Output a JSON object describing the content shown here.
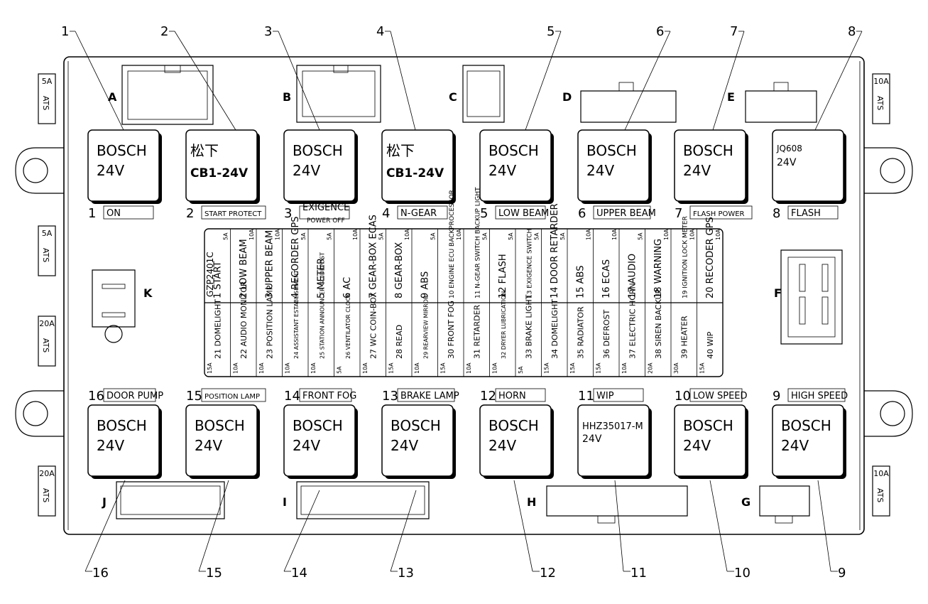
{
  "callouts": [
    "1",
    "2",
    "3",
    "4",
    "5",
    "6",
    "7",
    "8",
    "9",
    "10",
    "11",
    "12",
    "13",
    "14",
    "15",
    "16"
  ],
  "connectors": {
    "a": "A",
    "b": "B",
    "c": "C",
    "d": "D",
    "e": "E",
    "f": "F",
    "g": "G",
    "h": "H",
    "i": "I",
    "j": "J",
    "k": "K"
  },
  "side_fuses": {
    "tl": {
      "rating": "5A",
      "type": "ATS"
    },
    "ml": {
      "rating": "5A",
      "type": "ATS"
    },
    "ll": {
      "rating": "20A",
      "type": "ATS"
    },
    "bl": {
      "rating": "20A",
      "type": "ATS"
    },
    "tr": {
      "rating": "10A",
      "type": "ATS"
    },
    "br": {
      "rating": "10A",
      "type": "ATS"
    }
  },
  "relays_top": [
    {
      "num": "1",
      "l1": "BOSCH",
      "l2": "24V",
      "label": "ON"
    },
    {
      "num": "2",
      "l1": "松下",
      "l2": "CB1-24V",
      "label": "START PROTECT"
    },
    {
      "num": "3",
      "l1": "BOSCH",
      "l2": "24V",
      "label": "EXIGENCE",
      "label2": "POWER OFF"
    },
    {
      "num": "4",
      "l1": "松下",
      "l2": "CB1-24V",
      "label": "N-GEAR"
    },
    {
      "num": "5",
      "l1": "BOSCH",
      "l2": "24V",
      "label": "LOW BEAM"
    },
    {
      "num": "6",
      "l1": "BOSCH",
      "l2": "24V",
      "label": "UPPER BEAM"
    },
    {
      "num": "7",
      "l1": "BOSCH",
      "l2": "24V",
      "label": "FLASH POWER"
    },
    {
      "num": "8",
      "l1": "JQ608",
      "l2": "24V",
      "label": "FLASH"
    }
  ],
  "relays_bottom": [
    {
      "num": "16",
      "l1": "BOSCH",
      "l2": "24V",
      "label": "DOOR PUMP"
    },
    {
      "num": "15",
      "l1": "BOSCH",
      "l2": "24V",
      "label": "POSITION LAMP"
    },
    {
      "num": "14",
      "l1": "BOSCH",
      "l2": "24V",
      "label": "FRONT FOG"
    },
    {
      "num": "13",
      "l1": "BOSCH",
      "l2": "24V",
      "label": "BRAKE LAMP"
    },
    {
      "num": "12",
      "l1": "BOSCH",
      "l2": "24V",
      "label": "HORN"
    },
    {
      "num": "11",
      "l1": "HHZ35017-M",
      "l2": "24V",
      "label": "WIP"
    },
    {
      "num": "10",
      "l1": "BOSCH",
      "l2": "24V",
      "label": "LOW SPEED"
    },
    {
      "num": "9",
      "l1": "BOSCH",
      "l2": "24V",
      "label": "HIGH SPEED"
    }
  ],
  "fuse_panel": {
    "model": "GZP2401C",
    "top": [
      {
        "n": "1",
        "t": "START",
        "a": "5A"
      },
      {
        "n": "2",
        "t": "LOW BEAM",
        "a": "10A"
      },
      {
        "n": "3",
        "t": "UPPER BEAM",
        "a": "10A"
      },
      {
        "n": "4",
        "t": "RECORDER GPS",
        "a": "5A"
      },
      {
        "n": "5",
        "t": "METER",
        "a": "5A"
      },
      {
        "n": "6",
        "t": "AC",
        "a": "10A"
      },
      {
        "n": "7",
        "t": "GEAR-BOX ECAS",
        "a": "5A"
      },
      {
        "n": "8",
        "t": "GEAR-BOX",
        "a": "10A"
      },
      {
        "n": "9",
        "t": "ABS",
        "a": "5A"
      },
      {
        "n": "10",
        "t": "ENGINE ECU BACKPROCESSOR",
        "a": "10A"
      },
      {
        "n": "11",
        "t": "N-GEAR SWITCH BACKUP LIGHT",
        "a": "5A"
      },
      {
        "n": "12",
        "t": "FLASH",
        "a": "5A"
      },
      {
        "n": "13",
        "t": "EXIGENCE SWITCH",
        "a": "5A"
      },
      {
        "n": "14",
        "t": "DOOR RETARDER",
        "a": "5A"
      },
      {
        "n": "15",
        "t": "ABS",
        "a": "10A"
      },
      {
        "n": "16",
        "t": "ECAS",
        "a": "10A"
      },
      {
        "n": "17",
        "t": "AUDIO",
        "a": "5A"
      },
      {
        "n": "18",
        "t": "WARNING",
        "a": "10A"
      },
      {
        "n": "19",
        "t": "IGNITION LOCK METER",
        "a": "10A"
      },
      {
        "n": "20",
        "t": "RECODER GPS",
        "a": "10A"
      }
    ],
    "bottom": [
      {
        "n": "21",
        "t": "DOMELIGHT",
        "a": "15A"
      },
      {
        "n": "22",
        "t": "AUDIO MONITOR",
        "a": "10A"
      },
      {
        "n": "23",
        "t": "POSITION LAMP",
        "a": "10A"
      },
      {
        "n": "24",
        "t": "ASSISTANT ESTABLISHMENT",
        "a": "10A"
      },
      {
        "n": "25",
        "t": "STATION ANNOUNCER GUIDEPOST",
        "a": "10A"
      },
      {
        "n": "26",
        "t": "VENTILATOR CLOCK",
        "a": "5A"
      },
      {
        "n": "27",
        "t": "WC COIN-BOX",
        "a": "10A"
      },
      {
        "n": "28",
        "t": "READ",
        "a": "15A"
      },
      {
        "n": "29",
        "t": "REARVIEW MIRROR",
        "a": "10A"
      },
      {
        "n": "30",
        "t": "FRONT FOG",
        "a": "15A"
      },
      {
        "n": "31",
        "t": "RETARDER",
        "a": "10A"
      },
      {
        "n": "32",
        "t": "DRYER LUBRICATION",
        "a": "10A"
      },
      {
        "n": "33",
        "t": "BRAKE LIGHT",
        "a": "5A"
      },
      {
        "n": "34",
        "t": "DOMELIGHT",
        "a": "15A"
      },
      {
        "n": "35",
        "t": "RADIATOR",
        "a": "15A"
      },
      {
        "n": "36",
        "t": "DEFROST",
        "a": "15A"
      },
      {
        "n": "37",
        "t": "ELECTRIC HORN",
        "a": "10A"
      },
      {
        "n": "38",
        "t": "SIREN BACKUP",
        "a": "20A"
      },
      {
        "n": "39",
        "t": "HEATER",
        "a": "30A"
      },
      {
        "n": "40",
        "t": "WIP",
        "a": "15A"
      }
    ]
  }
}
